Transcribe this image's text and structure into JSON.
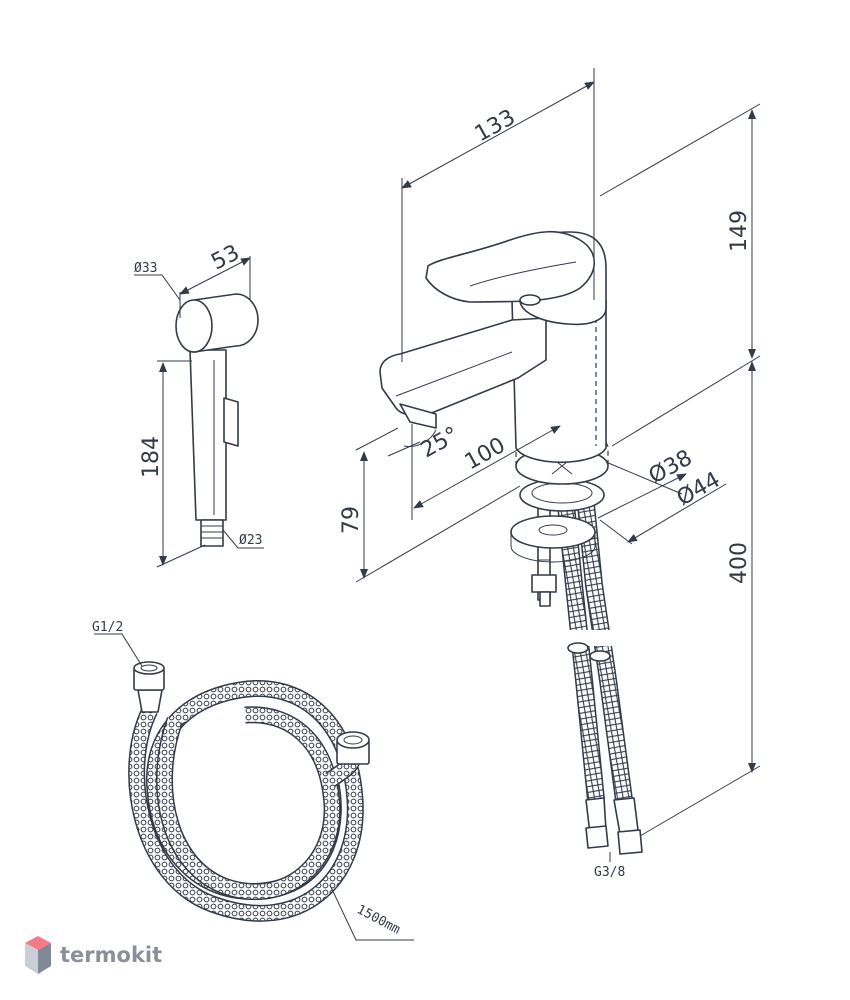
{
  "dimensions": {
    "spout_length": "133",
    "height_top": "149",
    "angle": "25°",
    "spout_reach": "100",
    "height_spout": "79",
    "hole_d38": "Ø38",
    "base_d44": "Ø44",
    "hose_length_supply": "400",
    "sprayer_d33": "Ø33",
    "sprayer_width": "53",
    "sprayer_height": "184",
    "sprayer_d23": "Ø23",
    "hose_thread": "G1/2",
    "supply_thread": "G3/8",
    "hose_length": "1500mm"
  },
  "brand": {
    "name": "termokit",
    "colors": {
      "top": "#f47a88",
      "left": "#c9cfd6",
      "right": "#7f8a96"
    }
  },
  "colors": {
    "line": "#333a48",
    "background": "#ffffff"
  }
}
